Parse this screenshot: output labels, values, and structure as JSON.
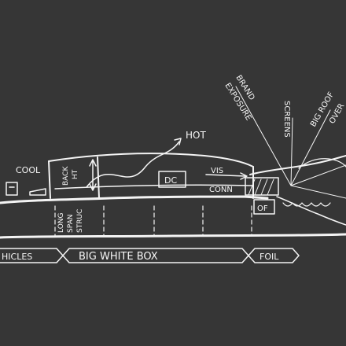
{
  "labels": {
    "hot": "HOT",
    "cool": "COOL",
    "back_ht_1": "BACK",
    "back_ht_2": "HT",
    "dc": "DC",
    "vis_conn_1": "VIS",
    "vis_conn_2": "CONN",
    "of": "OF",
    "long_span_1": "LONG",
    "long_span_2": "SPAN",
    "long_span_3": "STRUC",
    "brand_exposure_1": "BRAND",
    "brand_exposure_2": "EXPOSURE",
    "screens": "SCREENS",
    "big_roof_1": "BIG ROOF",
    "big_roof_2": "OVER",
    "vehicles": "HICLES",
    "big_white_box": "BIG WHITE BOX",
    "foil": "FOIL"
  },
  "colors": {
    "board": "#363636",
    "chalk": "#f4f4f4"
  }
}
